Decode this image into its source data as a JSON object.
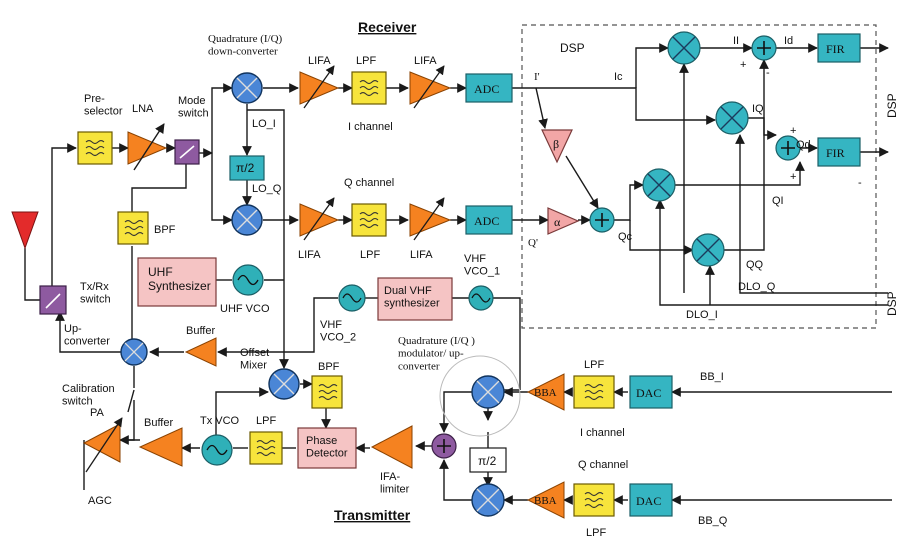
{
  "titles": {
    "receiver": "Receiver",
    "transmitter": "Transmitter",
    "dsp_region": "DSP"
  },
  "labels": {
    "preselector": "Pre-\nselector",
    "lna": "LNA",
    "mode_switch": "Mode\nswitch",
    "quad_down": "Quadrature (I/Q)\ndown-converter",
    "lifa": "LIFA",
    "lpf": "LPF",
    "i_channel": "I channel",
    "q_channel": "Q channel",
    "lo_i": "LO_I",
    "lo_q": "LO_Q",
    "pi2": "π/2",
    "adc": "ADC",
    "bpf": "BPF",
    "uhf_synth": "UHF\nSynthesizer",
    "uhf_vco": "UHF VCO",
    "vhf_vco_2": "VHF\nVCO_2",
    "vhf_vco_1": "VHF\nVCO_1",
    "dual_vhf": "Dual VHF\nsynthesizer",
    "buffer": "Buffer",
    "up_converter": "Up-\nconverter",
    "txrx_switch": "Tx/Rx\nswitch",
    "calib_switch": "Calibration\nswitch",
    "pa": "PA",
    "agc": "AGC",
    "tx_vco": "Tx VCO",
    "offset_mixer": "Offset\nMixer",
    "phase_detector": "Phase\nDetector",
    "ifa_limiter": "IFA-\nlimiter",
    "quad_mod": "Quadrature (I/Q )\nmodulator/ up-\nconverter",
    "bba": "BBA",
    "dac": "DAC",
    "bb_i": "BB_I",
    "bb_q": "BB_Q",
    "fir": "FIR",
    "beta": "β",
    "alpha": "α",
    "i_prime": "I'",
    "q_prime": "Q'",
    "ic": "Ic",
    "qc": "Qc",
    "ii": "II",
    "iq": "IQ",
    "qi": "QI",
    "qq": "QQ",
    "id": "Id",
    "qd": "Qd",
    "dlo_i": "DLO_I",
    "dlo_q": "DLO_Q",
    "dsp_side": "DSP",
    "plus": "+",
    "minus": "-"
  },
  "colors": {
    "teal": "#35b5c2",
    "yellow_filter": "#f7e43c",
    "orange_amp": "#f58220",
    "pink_block": "#f5c4c4",
    "mixer_blue": "#4a86d6",
    "switch_purple": "#8e5aa0",
    "antenna_red": "#e32b2b"
  },
  "icons": [
    "antenna-icon",
    "mixer-icon",
    "filter-icon",
    "amplifier-icon",
    "oscillator-icon",
    "adder-icon",
    "switch-icon"
  ]
}
